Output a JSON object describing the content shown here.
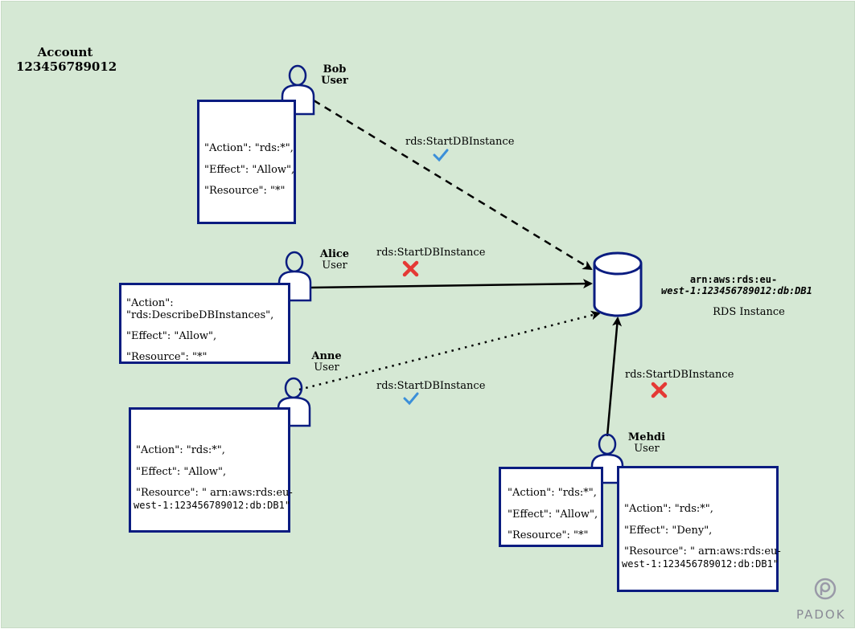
{
  "account": {
    "label": "Account",
    "number": "123456789012"
  },
  "users": {
    "bob": {
      "name": "Bob",
      "role": "User"
    },
    "alice": {
      "name": "Alice",
      "role": "User"
    },
    "anne": {
      "name": "Anne",
      "role": "User"
    },
    "mehdi": {
      "name": "Mehdi",
      "role": "User"
    }
  },
  "policies": {
    "bob": {
      "action": "\"Action\": \"rds:*\",",
      "effect": "\"Effect\": \"Allow\",",
      "resource": "\"Resource\": \"*\""
    },
    "alice": {
      "action_1": "\"Action\":",
      "action_2": "\"rds:DescribeDBInstances\",",
      "effect": "\"Effect\": \"Allow\",",
      "resource": "\"Resource\": \"*\""
    },
    "anne": {
      "action": "\"Action\": \"rds:*\",",
      "effect": "\"Effect\": \"Allow\",",
      "resource_1": "\"Resource\": \" arn:aws:rds:eu-",
      "resource_2": "west-1:123456789012:db:DB1\""
    },
    "mehdi_allow": {
      "action": "\"Action\": \"rds:*\",",
      "effect": "\"Effect\": \"Allow\",",
      "resource": "\"Resource\": \"*\""
    },
    "mehdi_deny": {
      "action": "\"Action\": \"rds:*\",",
      "effect": "\"Effect\": \"Deny\",",
      "resource_1": "\"Resource\": \" arn:aws:rds:eu-",
      "resource_2": "west-1:123456789012:db:DB1\""
    }
  },
  "edges": {
    "bob": {
      "label": "rds:StartDBInstance",
      "result": "allowed"
    },
    "alice": {
      "label": "rds:StartDBInstance",
      "result": "denied"
    },
    "anne": {
      "label": "rds:StartDBInstance",
      "result": "allowed"
    },
    "mehdi": {
      "label": "rds:StartDBInstance",
      "result": "denied"
    }
  },
  "rds": {
    "arn_1": "arn:aws:rds:eu-",
    "arn_2": "west-1:123456789012:db:DB1",
    "label": "RDS Instance"
  },
  "logo": {
    "text": "PADOK"
  },
  "colors": {
    "background": "#d5e8d4",
    "stroke": "#0a1c80",
    "check": "#3b8fd9",
    "cross": "#e53935"
  }
}
